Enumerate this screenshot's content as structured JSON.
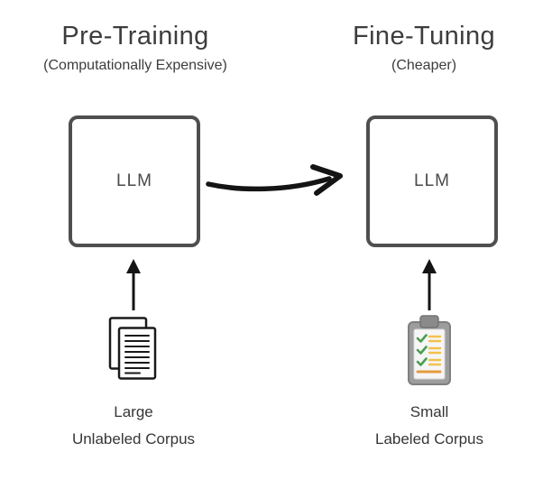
{
  "left_panel": {
    "heading": "Pre-Training",
    "subtitle": "(Computationally Expensive)",
    "box_label": "LLM",
    "corpus_label_line1": "Large",
    "corpus_label_line2": "Unlabeled Corpus"
  },
  "right_panel": {
    "heading": "Fine-Tuning",
    "subtitle": "(Cheaper)",
    "box_label": "LLM",
    "corpus_label_line1": "Small",
    "corpus_label_line2": "Labeled Corpus"
  },
  "icons": {
    "left_input": "documents-icon",
    "right_input": "clipboard-checklist-icon",
    "flow": "right-arrow-icon",
    "feed": "up-arrow-icon"
  },
  "colors": {
    "background": "#ffffff",
    "text": "#3d3d3d",
    "box_border": "#4f4f4f",
    "arrow": "#141414",
    "checkmark_green": "#4a9e50",
    "list_line_yellow": "#f2c14e",
    "list_line_orange": "#e79b3f",
    "clipboard_gray": "#9d9d9d"
  }
}
